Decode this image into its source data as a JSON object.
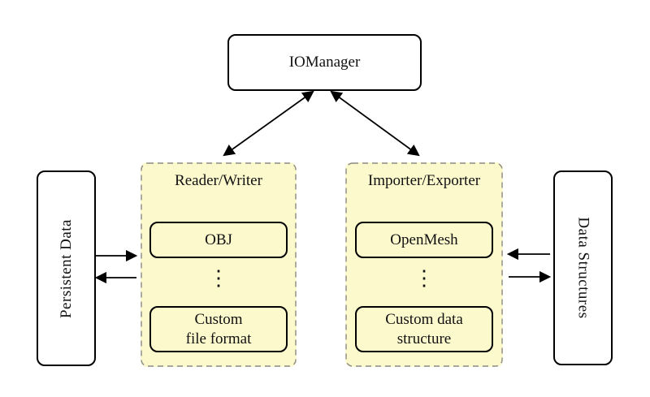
{
  "diagram": {
    "nodes": {
      "iomanager": {
        "label": "IOManager"
      },
      "persistent_data": {
        "label": "Persistent Data"
      },
      "data_structures": {
        "label": "Data Structures"
      }
    },
    "containers": {
      "reader_writer": {
        "title": "Reader/Writer",
        "top_item": "OBJ",
        "ellipsis": "⋮",
        "bottom_item_line1": "Custom",
        "bottom_item_line2": "file format"
      },
      "importer_exporter": {
        "title": "Importer/Exporter",
        "top_item": "OpenMesh",
        "ellipsis": "⋮",
        "bottom_item_line1": "Custom data",
        "bottom_item_line2": "structure"
      }
    },
    "colors": {
      "container_fill": "#fcf9cd",
      "container_border": "#8a8a8a",
      "node_fill": "#ffffff",
      "line_color": "#000000"
    }
  }
}
